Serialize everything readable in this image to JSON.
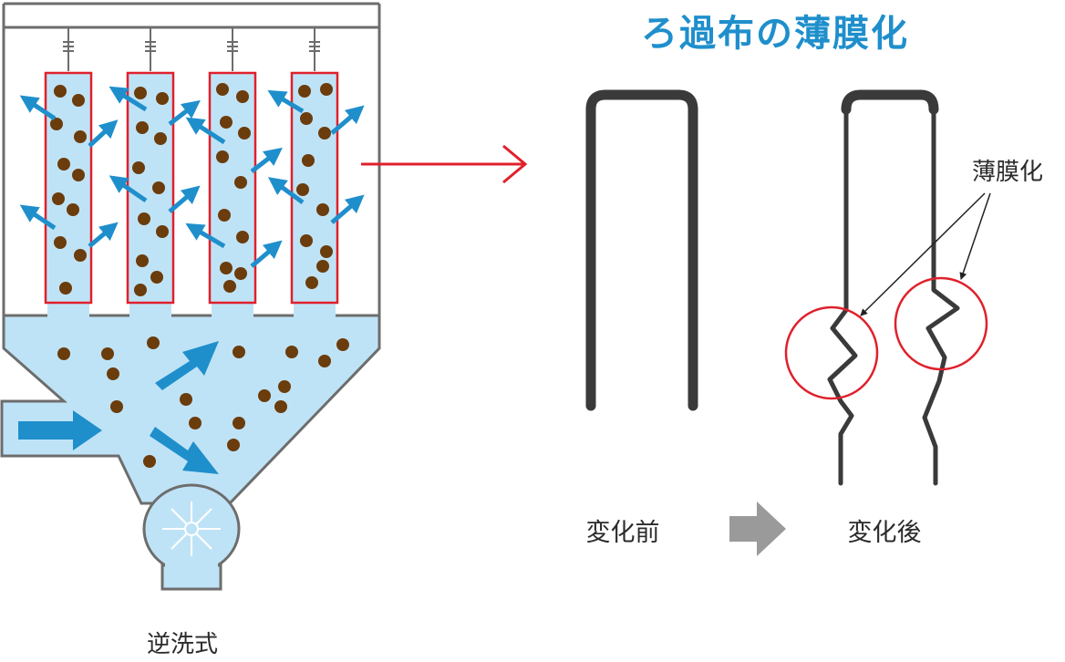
{
  "title": "ろ過布の薄膜化",
  "label_method": "逆洗式",
  "label_before": "変化前",
  "label_after": "変化後",
  "label_thin": "薄膜化",
  "colors": {
    "title": "#1f8fcc",
    "liquid": "#bfe3f6",
    "arrow_blue": "#1f8fcc",
    "bag_outline": "#e0202c",
    "particle": "#6b3c0c",
    "frame": "#6d6d6d",
    "cloth": "#3a3a3a",
    "grey_arrow": "#9a9a9a"
  },
  "icons": [
    "flow-arrow-icon",
    "fan-icon",
    "pointer-arrow-icon",
    "progress-arrow-icon"
  ]
}
